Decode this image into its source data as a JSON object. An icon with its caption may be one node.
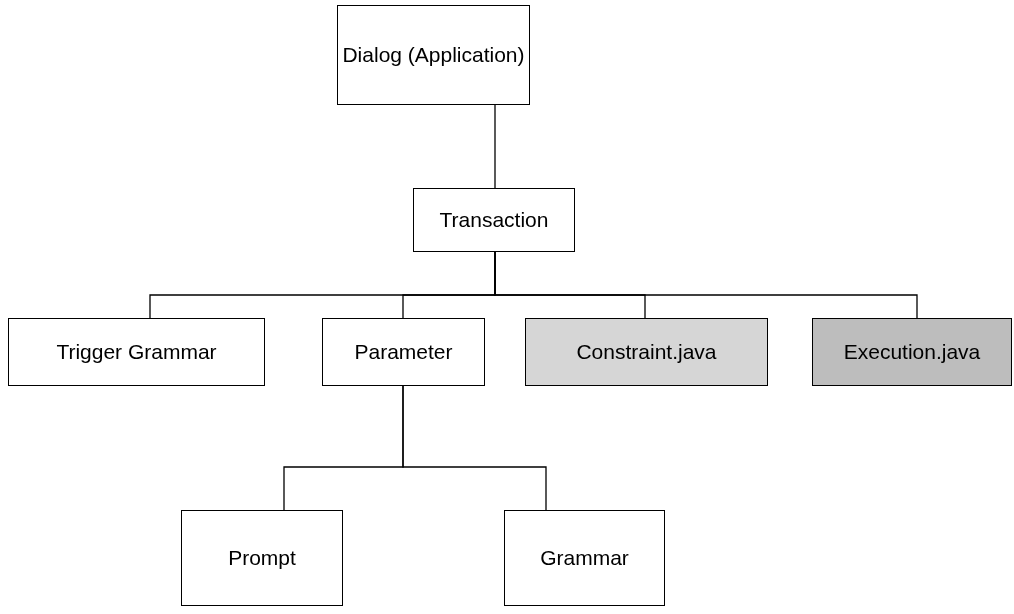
{
  "diagram": {
    "nodes": [
      {
        "text": [
          "Dialog (Application)"
        ]
      },
      {
        "text": [
          "Transaction"
        ]
      },
      {
        "text": [
          "Trigger Grammar"
        ]
      },
      {
        "text": [
          "Parameter"
        ]
      },
      {
        "text": [
          "Constraint.java"
        ]
      },
      {
        "text": [
          "Execution.java"
        ]
      },
      {
        "text": [
          "Prompt"
        ]
      },
      {
        "text": [
          "Grammar"
        ]
      }
    ],
    "edges": [
      {
        "from": 0,
        "to": 1,
        "arrow": "none"
      },
      {
        "from": 1,
        "to": 2,
        "arrow": "none"
      },
      {
        "from": 1,
        "to": 3,
        "arrow": "none"
      },
      {
        "from": 1,
        "to": 4,
        "arrow": "none"
      },
      {
        "from": 1,
        "to": 5,
        "arrow": "none"
      },
      {
        "from": 3,
        "to": 6,
        "arrow": "none"
      },
      {
        "from": 3,
        "to": 7,
        "arrow": "none"
      }
    ]
  }
}
